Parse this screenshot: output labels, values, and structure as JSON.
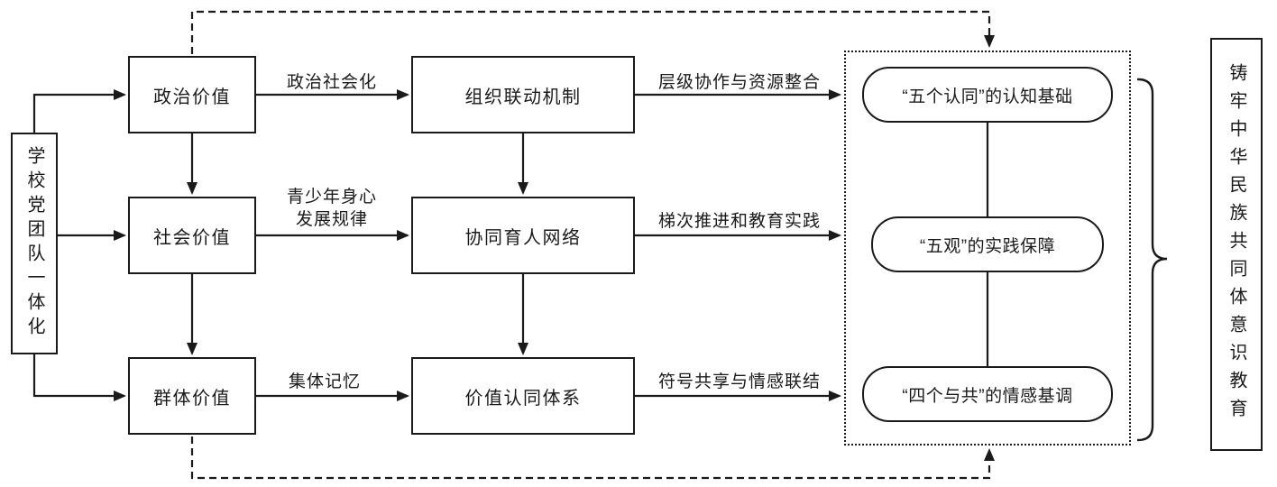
{
  "nodes": {
    "source": "学校党团队一体化",
    "values": [
      {
        "label": "政治价值"
      },
      {
        "label": "社会价值"
      },
      {
        "label": "群体价值"
      }
    ],
    "mechanisms": [
      {
        "label": "组织联动机制"
      },
      {
        "label": "协同育人网络"
      },
      {
        "label": "价值认同体系"
      }
    ],
    "outcomes": [
      {
        "label": "“五个认同”的认知基础"
      },
      {
        "label": "“五观”的实践保障"
      },
      {
        "label": "“四个与共”的情感基调"
      }
    ],
    "goal": "铸牢中华民族共同体意识教育"
  },
  "edge_labels": {
    "value_to_mechanism": [
      "政治社会化",
      "青少年身心发展规律",
      "集体记忆"
    ],
    "mechanism_to_outcome": [
      "层级协作与资源整合",
      "梯次推进和教育实践",
      "符号共享与情感联结"
    ]
  },
  "colors": {
    "line": "#1a1a1a",
    "background": "#ffffff"
  }
}
